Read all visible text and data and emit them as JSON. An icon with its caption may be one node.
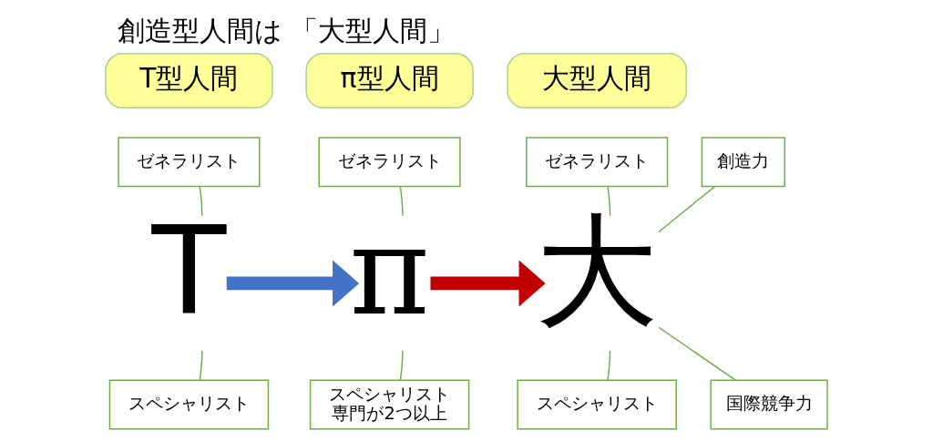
{
  "diagram": {
    "title": "創造型人間は 「大型人間」",
    "nodes": [
      {
        "text": [
          "T型人間"
        ]
      },
      {
        "text": [
          "π型人間"
        ]
      },
      {
        "text": [
          "大型人間"
        ]
      },
      {
        "text": [
          "ゼネラリスト"
        ]
      },
      {
        "text": [
          "T"
        ]
      },
      {
        "text": [
          "スペシャリスト"
        ]
      },
      {
        "text": [
          "ゼネラリスト"
        ]
      },
      {
        "text": [
          "π"
        ]
      },
      {
        "text": [
          "スペシャリスト",
          "専門が2つ以上"
        ]
      },
      {
        "text": [
          "ゼネラリスト"
        ]
      },
      {
        "text": [
          "創造力"
        ]
      },
      {
        "text": [
          "大"
        ]
      },
      {
        "text": [
          "スペシャリスト"
        ]
      },
      {
        "text": [
          "国際競争力"
        ]
      }
    ],
    "edges": [
      {
        "from": 3,
        "to": 4,
        "arrow": "none"
      },
      {
        "from": 5,
        "to": 4,
        "arrow": "none"
      },
      {
        "from": 4,
        "to": 7,
        "arrow": "to",
        "style": "thick",
        "color": "#4472c4"
      },
      {
        "from": 6,
        "to": 7,
        "arrow": "none"
      },
      {
        "from": 8,
        "to": 7,
        "arrow": "none"
      },
      {
        "from": 7,
        "to": 11,
        "arrow": "to",
        "style": "thick",
        "color": "#c00000"
      },
      {
        "from": 9,
        "to": 11,
        "arrow": "none"
      },
      {
        "from": 10,
        "to": 11,
        "arrow": "none"
      },
      {
        "from": 12,
        "to": 11,
        "arrow": "none"
      },
      {
        "from": 13,
        "to": 11,
        "arrow": "none"
      }
    ]
  }
}
